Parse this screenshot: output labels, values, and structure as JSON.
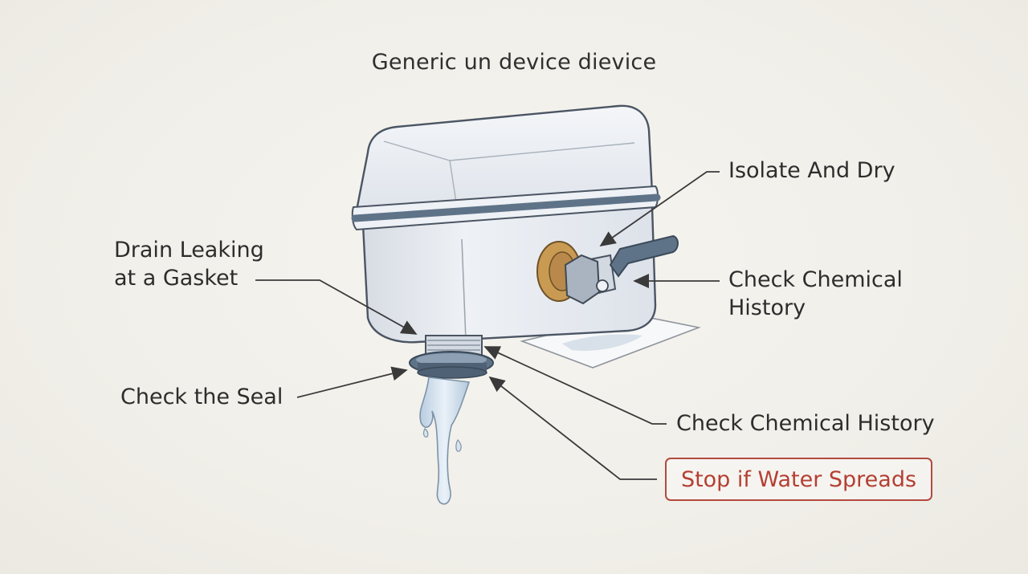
{
  "diagram": {
    "title": "Generic un device dievice",
    "labels": {
      "drain_leaking": [
        "Drain Leaking",
        "at a Gasket"
      ],
      "check_seal": "Check the Seal",
      "isolate_dry": "Isolate And Dry",
      "check_chemical_history_valve": [
        "Check Chemical",
        "History"
      ],
      "check_chemical_history_outlet": "Check Chemical History",
      "stop_warning": "Stop if Water Spreads"
    },
    "colors": {
      "background": "#f3f1ec",
      "device_body": "#e4e8ee",
      "gasket_band": "#5f7388",
      "brass_washer": "#c99a52",
      "warning": "#b43f33",
      "water": "#c8d8e6"
    }
  }
}
